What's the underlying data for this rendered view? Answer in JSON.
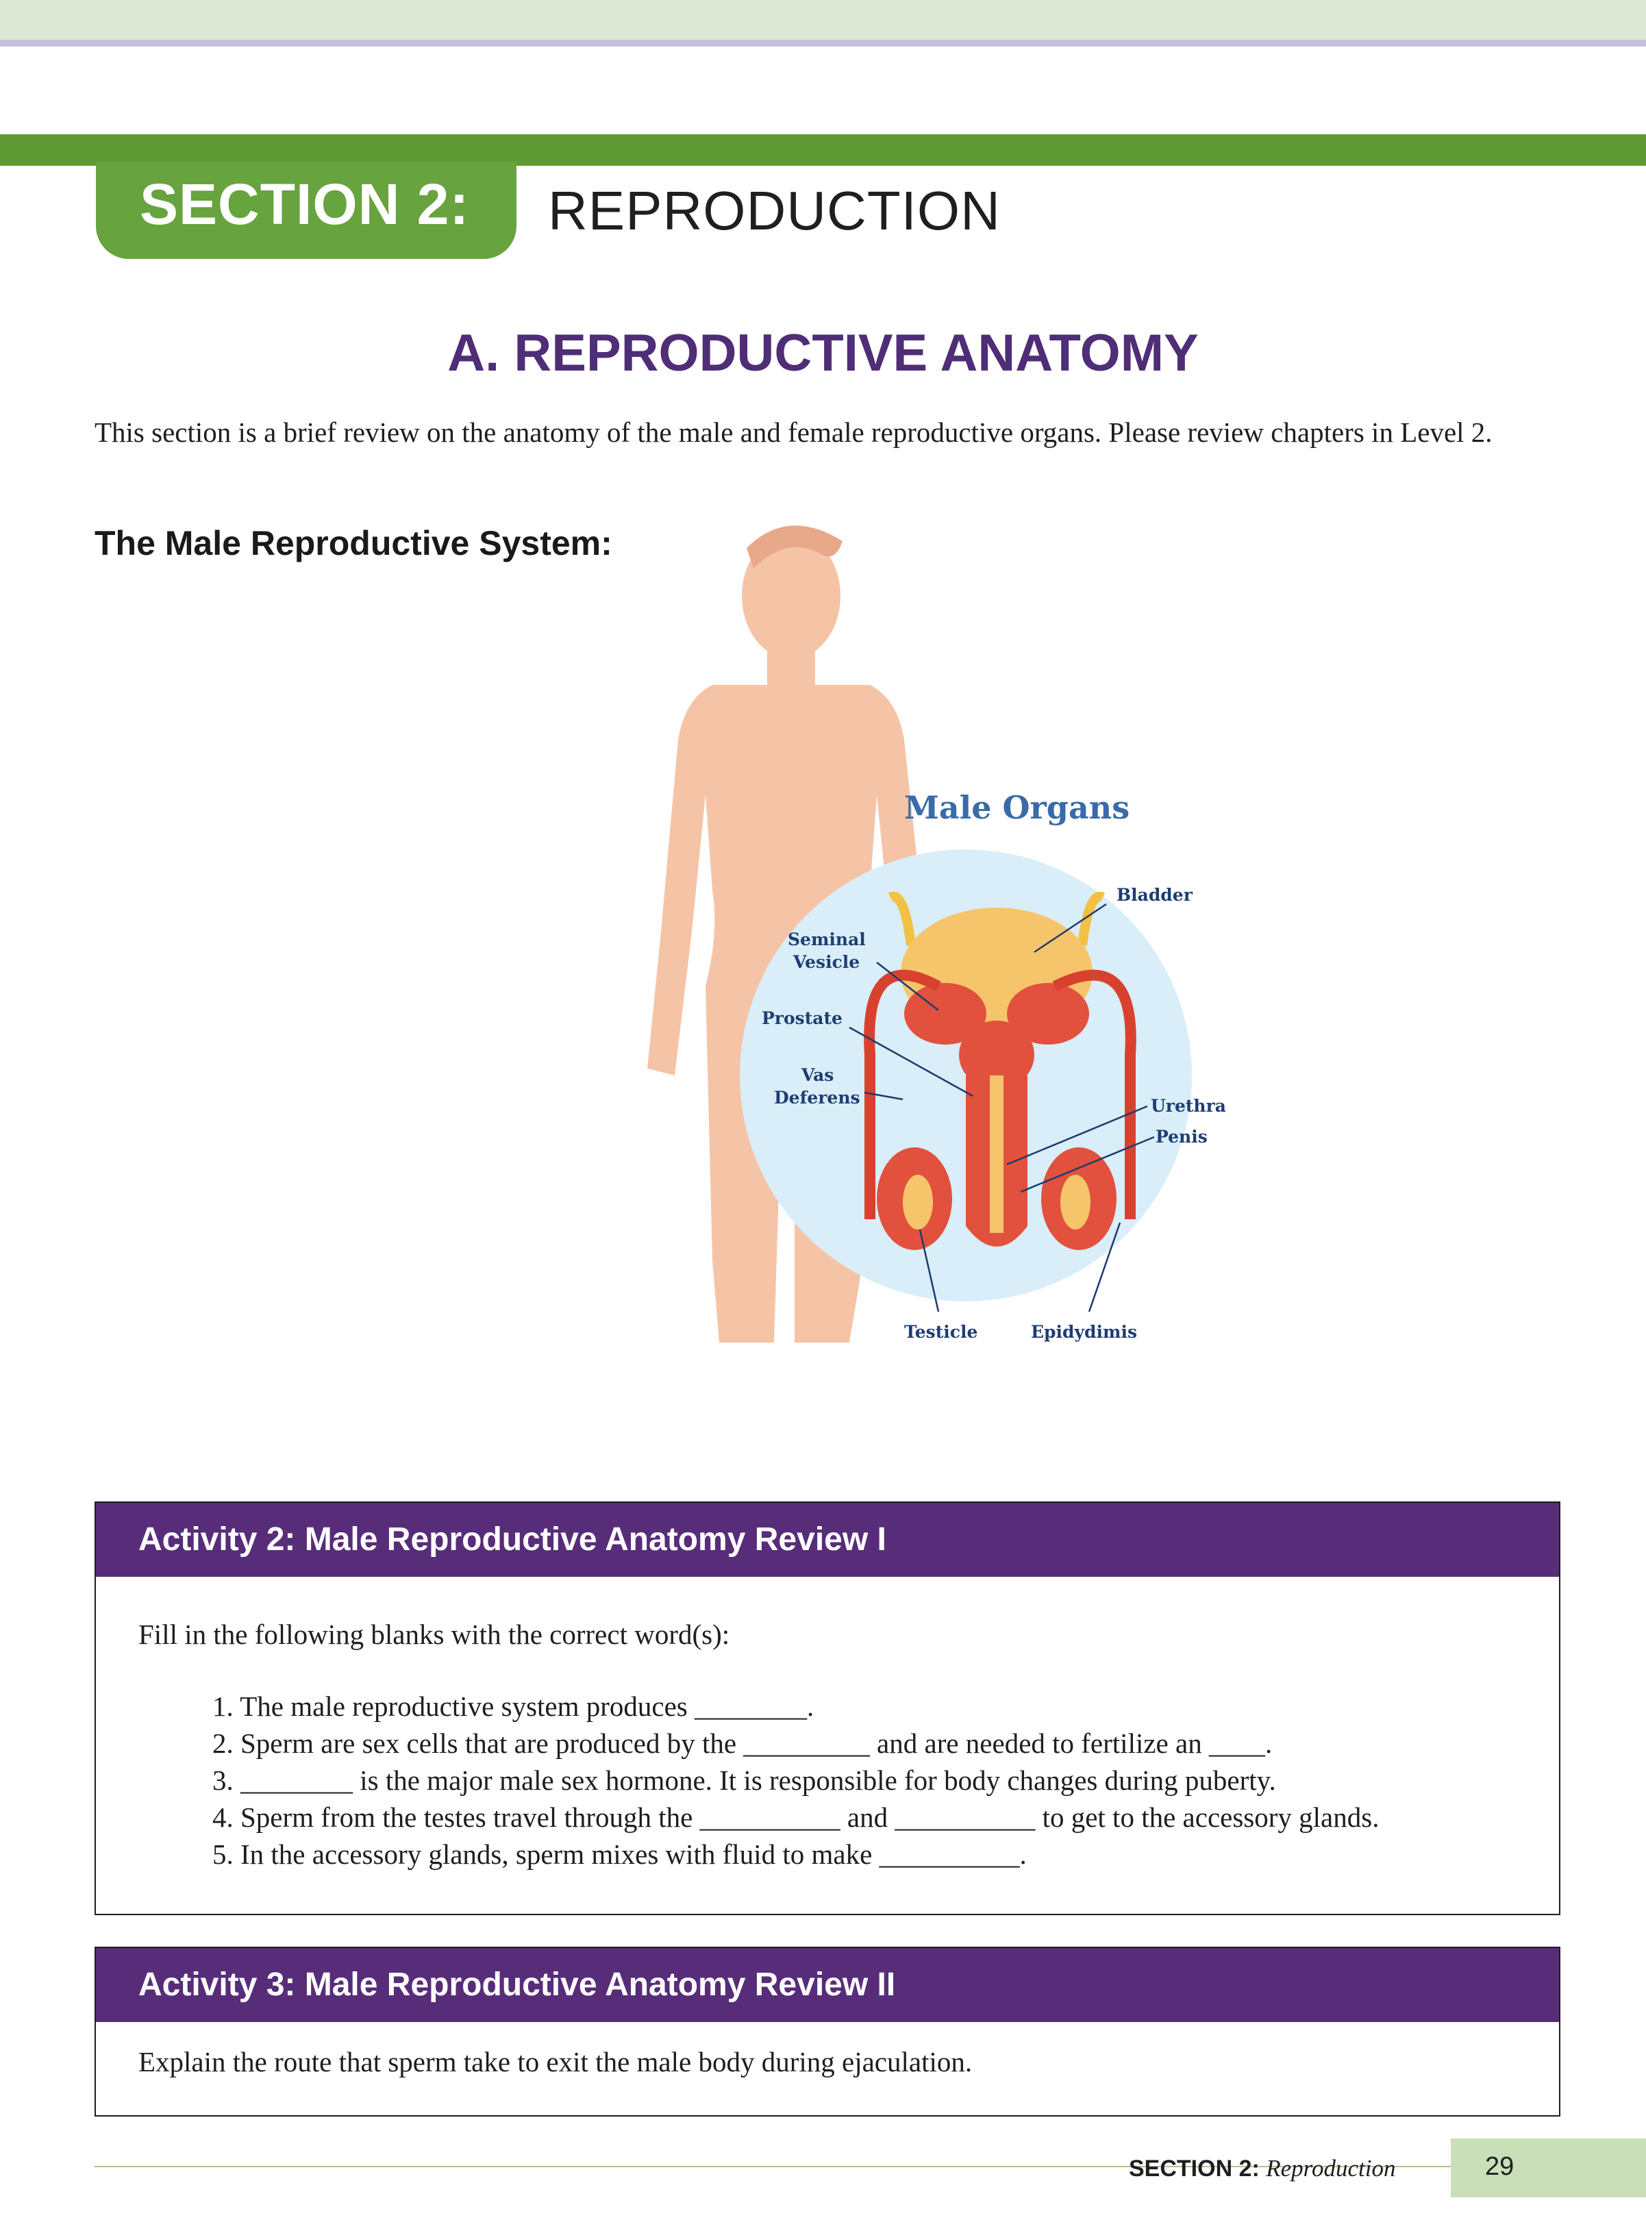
{
  "header": {
    "section_label": "SECTION 2:",
    "section_title": "REPRODUCTION",
    "colors": {
      "green": "#67a33e",
      "purple": "#572d7a"
    }
  },
  "main": {
    "heading": "A. REPRODUCTIVE ANATOMY",
    "intro": "This section is a brief review on the anatomy of the male and female reproductive organs. Please review chapters in Level 2.",
    "subheading": "The Male Reproductive System:"
  },
  "figure": {
    "title": "Male Organs",
    "labels": {
      "bladder": "Bladder",
      "seminal_1": "Seminal",
      "seminal_2": "Vesicle",
      "prostate": "Prostate",
      "vas_1": "Vas",
      "vas_2": "Deferens",
      "urethra": "Urethra",
      "penis": "Penis",
      "testicle": "Testicle",
      "epididymis": "Epidydimis"
    }
  },
  "activity2": {
    "title": "Activity 2: Male Reproductive Anatomy Review I",
    "instruction": "Fill in the following blanks with the correct word(s):",
    "items": [
      "1. The male reproductive system produces ________.",
      "2. Sperm are sex cells that are produced by the _________ and are needed to fertilize an ____.",
      "3. ________ is the major male sex hormone. It is responsible for body changes during puberty.",
      "4. Sperm from the testes travel through the __________ and __________ to get to the accessory glands.",
      "5. In the accessory glands, sperm mixes with fluid to make __________."
    ]
  },
  "activity3": {
    "title": "Activity 3: Male Reproductive Anatomy Review II",
    "instruction": "Explain the route that sperm take to exit the male body during ejaculation."
  },
  "footer": {
    "section": "SECTION 2:",
    "topic": "Reproduction",
    "page_number": "29"
  }
}
